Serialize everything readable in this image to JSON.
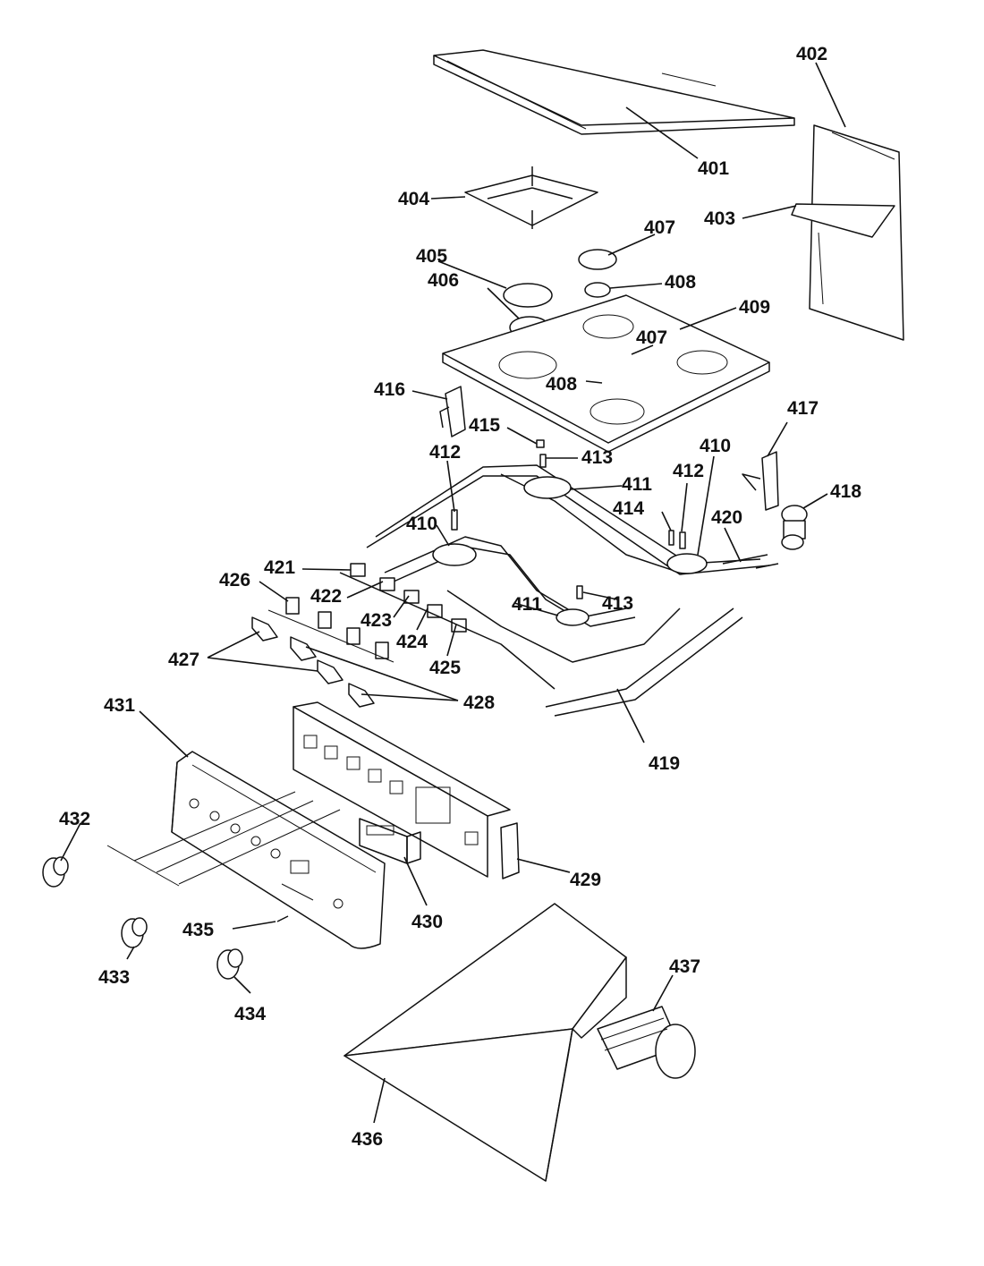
{
  "diagram": {
    "type": "exploded-parts-diagram",
    "labels": [
      "401",
      "402",
      "403",
      "404",
      "405",
      "406",
      "407",
      "407",
      "408",
      "408",
      "409",
      "410",
      "410",
      "411",
      "411",
      "412",
      "412",
      "413",
      "413",
      "414",
      "415",
      "416",
      "417",
      "418",
      "419",
      "420",
      "421",
      "422",
      "423",
      "424",
      "425",
      "426",
      "427",
      "428",
      "429",
      "430",
      "431",
      "432",
      "433",
      "434",
      "435",
      "436",
      "437"
    ]
  }
}
